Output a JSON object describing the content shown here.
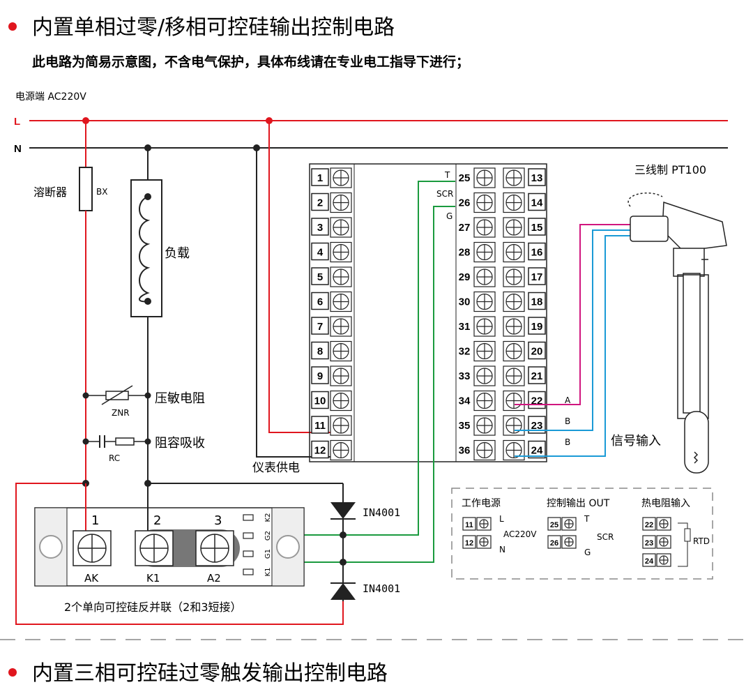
{
  "section1": {
    "title": "内置单相过零/移相可控硅输出控制电路",
    "subtitle": "此电路为简易示意图，不含电气保护，具体布线请在专业电工指导下进行；"
  },
  "section2": {
    "title": "内置三相可控硅过零触发输出控制电路"
  },
  "power": {
    "label": "电源端 AC220V",
    "L": "L",
    "N": "N"
  },
  "fuse": {
    "label": "溶断器",
    "code": "BX"
  },
  "load": {
    "label": "负载"
  },
  "varistor": {
    "label": "压敏电阻",
    "code": "ZNR"
  },
  "snubber": {
    "label": "阻容吸收",
    "code": "RC"
  },
  "instrument_power": "仪表供电",
  "terminals": {
    "left": [
      "1",
      "2",
      "3",
      "4",
      "5",
      "6",
      "7",
      "8",
      "9",
      "10",
      "11",
      "12"
    ],
    "mid": [
      "25",
      "26",
      "27",
      "28",
      "29",
      "30",
      "31",
      "32",
      "33",
      "34",
      "35",
      "36"
    ],
    "right": [
      "13",
      "14",
      "15",
      "16",
      "17",
      "18",
      "19",
      "20",
      "21",
      "22",
      "23",
      "24"
    ],
    "tags_left": [
      "T",
      "SCR",
      "G"
    ],
    "tags_right": [
      "A",
      "B",
      "B"
    ]
  },
  "sensor": {
    "label": "三线制 PT100",
    "signal": "信号输入"
  },
  "scr": {
    "pins": [
      "1",
      "2",
      "3"
    ],
    "names": [
      "AK",
      "K1",
      "A2"
    ],
    "gates": [
      "K2",
      "G2",
      "G1",
      "K1"
    ],
    "caption": "2个单向可控硅反并联（2和3短接）"
  },
  "diodes": [
    "IN4001",
    "IN4001"
  ],
  "legend": {
    "work_power": {
      "title": "工作电源",
      "terms": [
        "11",
        "12"
      ],
      "lines": [
        "L",
        "AC220V",
        "N"
      ]
    },
    "control_out": {
      "title": "控制输出 OUT",
      "terms": [
        "25",
        "26"
      ],
      "lines": [
        "T",
        "SCR",
        "G"
      ]
    },
    "rtd_in": {
      "title": "热电阻输入",
      "terms": [
        "22",
        "23",
        "24"
      ],
      "code": "RTD"
    }
  },
  "colors": {
    "red": "#e0161e",
    "green": "#1a9a3e",
    "blue": "#1a9ad6",
    "magenta": "#d0157e"
  }
}
